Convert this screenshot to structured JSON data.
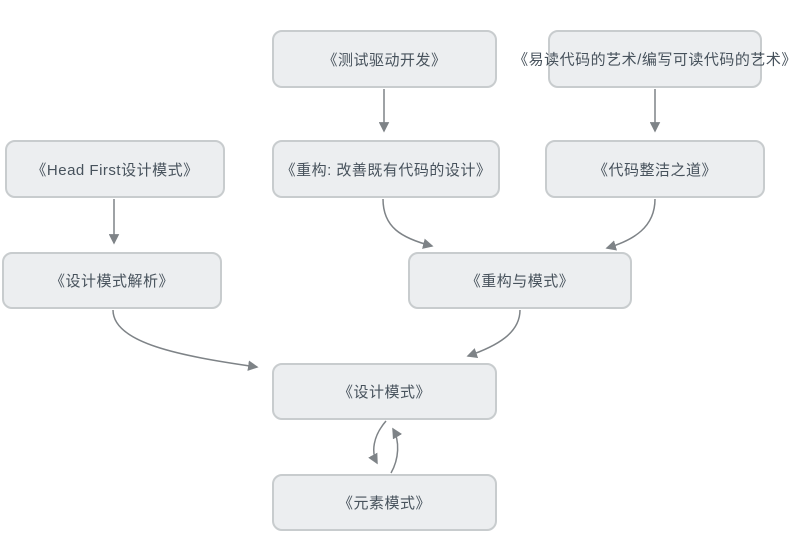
{
  "diagram": {
    "type": "flowchart",
    "background_color": "#ffffff",
    "node_fill_color": "#eceef0",
    "node_border_color": "#c8ccce",
    "node_text_color": "#47525c",
    "arrow_color": "#7e8387",
    "nodes": [
      {
        "id": "tdd",
        "label": "《测试驱动开发》"
      },
      {
        "id": "art-of-readable-code",
        "label": "《易读代码的艺术/编写可读代码的艺术》"
      },
      {
        "id": "head-first-dp",
        "label": "《Head First设计模式》"
      },
      {
        "id": "refactoring",
        "label": "《重构: 改善既有代码的设计》"
      },
      {
        "id": "clean-code",
        "label": "《代码整洁之道》"
      },
      {
        "id": "dp-explained",
        "label": "《设计模式解析》"
      },
      {
        "id": "refactoring-to-patterns",
        "label": "《重构与模式》"
      },
      {
        "id": "design-patterns",
        "label": "《设计模式》"
      },
      {
        "id": "elemental-patterns",
        "label": "《元素模式》"
      }
    ],
    "edges": [
      {
        "from": "tdd",
        "to": "refactoring"
      },
      {
        "from": "art-of-readable-code",
        "to": "clean-code"
      },
      {
        "from": "head-first-dp",
        "to": "dp-explained"
      },
      {
        "from": "refactoring",
        "to": "refactoring-to-patterns"
      },
      {
        "from": "clean-code",
        "to": "refactoring-to-patterns"
      },
      {
        "from": "dp-explained",
        "to": "design-patterns"
      },
      {
        "from": "refactoring-to-patterns",
        "to": "design-patterns"
      },
      {
        "from": "design-patterns",
        "to": "elemental-patterns"
      },
      {
        "from": "elemental-patterns",
        "to": "design-patterns"
      }
    ]
  }
}
